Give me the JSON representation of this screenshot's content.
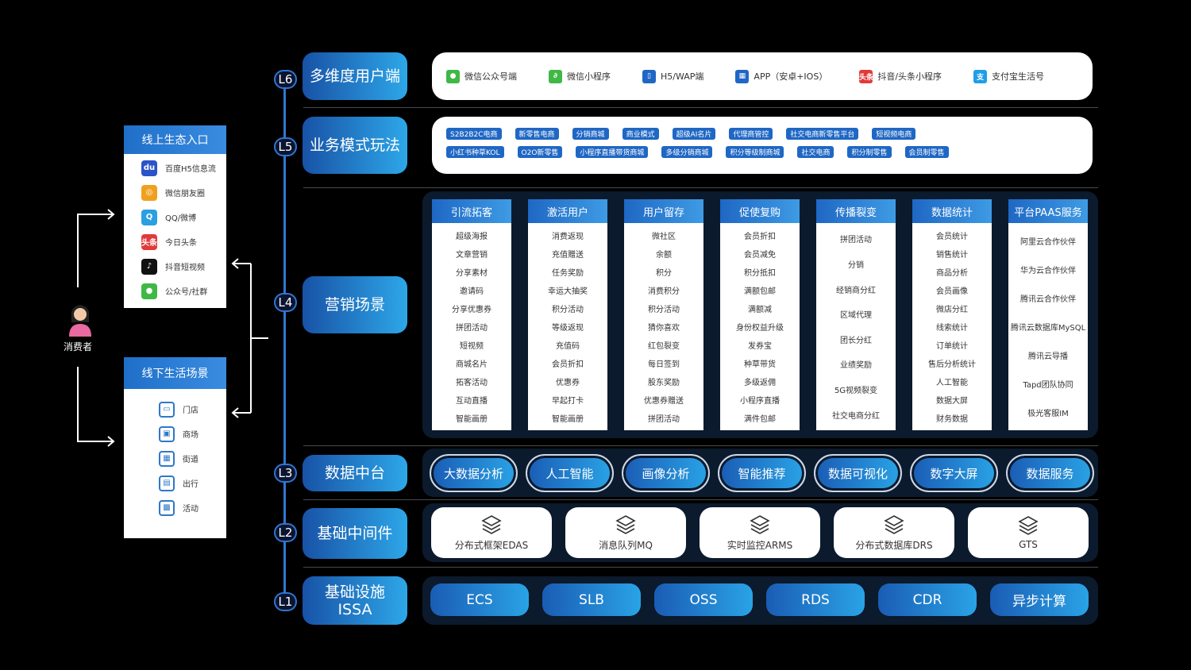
{
  "consumer": {
    "label": "消费者"
  },
  "online_entry": {
    "title": "线上生态入口",
    "items": [
      {
        "label": "百度H5信息流",
        "icon": "baidu-icon",
        "color": "#2a54c8",
        "glyph": "du"
      },
      {
        "label": "微信朋友圈",
        "icon": "moments-icon",
        "color": "#f0a020",
        "glyph": "◎"
      },
      {
        "label": "QQ/微博",
        "icon": "qq-icon",
        "color": "#2aa0e0",
        "glyph": "Q"
      },
      {
        "label": "今日头条",
        "icon": "toutiao-icon",
        "color": "#e23a3a",
        "glyph": "头条"
      },
      {
        "label": "抖音短视频",
        "icon": "douyin-icon",
        "color": "#111111",
        "glyph": "♪"
      },
      {
        "label": "公众号/社群",
        "icon": "wechat-icon",
        "color": "#3fb845",
        "glyph": "●"
      }
    ]
  },
  "offline_entry": {
    "title": "线下生活场景",
    "items": [
      {
        "label": "门店",
        "icon": "store-icon",
        "glyph": "▭"
      },
      {
        "label": "商场",
        "icon": "bag-icon",
        "glyph": "▣"
      },
      {
        "label": "街道",
        "icon": "street-icon",
        "glyph": "▦"
      },
      {
        "label": "出行",
        "icon": "car-icon",
        "glyph": "▤"
      },
      {
        "label": "活动",
        "icon": "gift-icon",
        "glyph": "▩"
      }
    ]
  },
  "layers": {
    "L6": {
      "badge": "L6",
      "name": "多维度用户端"
    },
    "L5": {
      "badge": "L5",
      "name": "业务模式玩法"
    },
    "L4": {
      "badge": "L4",
      "name": "营销场景"
    },
    "L3": {
      "badge": "L3",
      "name": "数据中台"
    },
    "L2": {
      "badge": "L2",
      "name": "基础中间件"
    },
    "L1": {
      "badge": "L1",
      "name_line1": "基础设施",
      "name_line2": "ISSA"
    }
  },
  "clients": [
    {
      "label": "微信公众号端",
      "icon": "wechat-official-icon",
      "color": "#3fb845",
      "glyph": "●"
    },
    {
      "label": "微信小程序",
      "icon": "miniprogram-icon",
      "color": "#3fb845",
      "glyph": "∂"
    },
    {
      "label": "H5/WAP端",
      "icon": "h5-icon",
      "color": "#1f67c4",
      "glyph": "▯"
    },
    {
      "label": "APP（安卓+IOS）",
      "icon": "app-icon",
      "color": "#1f67c4",
      "glyph": "▦"
    },
    {
      "label": "抖音/头条小程序",
      "icon": "toutiao-mini-icon",
      "color": "#e23a3a",
      "glyph": "头条"
    },
    {
      "label": "支付宝生活号",
      "icon": "alipay-icon",
      "color": "#1f9ee8",
      "glyph": "支"
    }
  ],
  "business_models": {
    "row1": [
      "S2B2B2C电商",
      "新零售电商",
      "分销商城",
      "商业模式",
      "超级AI名片",
      "代理商管控",
      "社交电商新零售平台",
      "短视频电商"
    ],
    "row2": [
      "小红书种草KOL",
      "O2O新零售",
      "小程序直播带货商城",
      "多级分销商城",
      "积分等级制商城",
      "社交电商",
      "积分制零售",
      "会员制零售"
    ]
  },
  "marketing": [
    {
      "title": "引流拓客",
      "items": [
        "超级海报",
        "文章营销",
        "分享素材",
        "邀请码",
        "分享优惠券",
        "拼团活动",
        "短视频",
        "商城名片",
        "拓客活动",
        "互动直播",
        "智能画册"
      ]
    },
    {
      "title": "激活用户",
      "items": [
        "消费返现",
        "充值赠送",
        "任务奖励",
        "幸运大抽奖",
        "积分活动",
        "等级返现",
        "充值码",
        "会员折扣",
        "优惠券",
        "早起打卡",
        "智能画册"
      ]
    },
    {
      "title": "用户留存",
      "items": [
        "微社区",
        "余额",
        "积分",
        "消费积分",
        "积分活动",
        "猜你喜欢",
        "红包裂变",
        "每日签到",
        "股东奖励",
        "优惠券赠送",
        "拼团活动"
      ]
    },
    {
      "title": "促使复购",
      "items": [
        "会员折扣",
        "会员减免",
        "积分抵扣",
        "满额包邮",
        "满额减",
        "身份权益升级",
        "发券宝",
        "种草带货",
        "多级返佣",
        "小程序直播",
        "满件包邮"
      ]
    },
    {
      "title": "传播裂变",
      "items": [
        "拼团活动",
        "分销",
        "经销商分红",
        "区域代理",
        "团长分红",
        "业绩奖励",
        "5G视频裂变",
        "社交电商分红"
      ]
    },
    {
      "title": "数据统计",
      "items": [
        "会员统计",
        "销售统计",
        "商品分析",
        "会员画像",
        "微店分红",
        "线索统计",
        "订单统计",
        "售后分析统计",
        "人工智能",
        "数据大屏",
        "财务数据"
      ]
    },
    {
      "title": "平台PAAS服务",
      "items": [
        "阿里云合作伙伴",
        "华为云合作伙伴",
        "腾讯云合作伙伴",
        "腾讯云数据库MySQL",
        "腾讯云导播",
        "Tapd团队协同",
        "极光客服IM"
      ]
    }
  ],
  "data_platform": [
    "大数据分析",
    "人工智能",
    "画像分析",
    "智能推荐",
    "数据可视化",
    "数字大屏",
    "数据服务"
  ],
  "middleware": [
    {
      "label": "分布式框架EDAS",
      "icon": "edas-icon"
    },
    {
      "label": "消息队列MQ",
      "icon": "mq-icon"
    },
    {
      "label": "实时监控ARMS",
      "icon": "arms-icon"
    },
    {
      "label": "分布式数据库DRS",
      "icon": "drs-icon"
    },
    {
      "label": "GTS",
      "icon": "gts-icon"
    }
  ],
  "infrastructure": [
    "ECS",
    "SLB",
    "OSS",
    "RDS",
    "CDR",
    "异步计算"
  ]
}
